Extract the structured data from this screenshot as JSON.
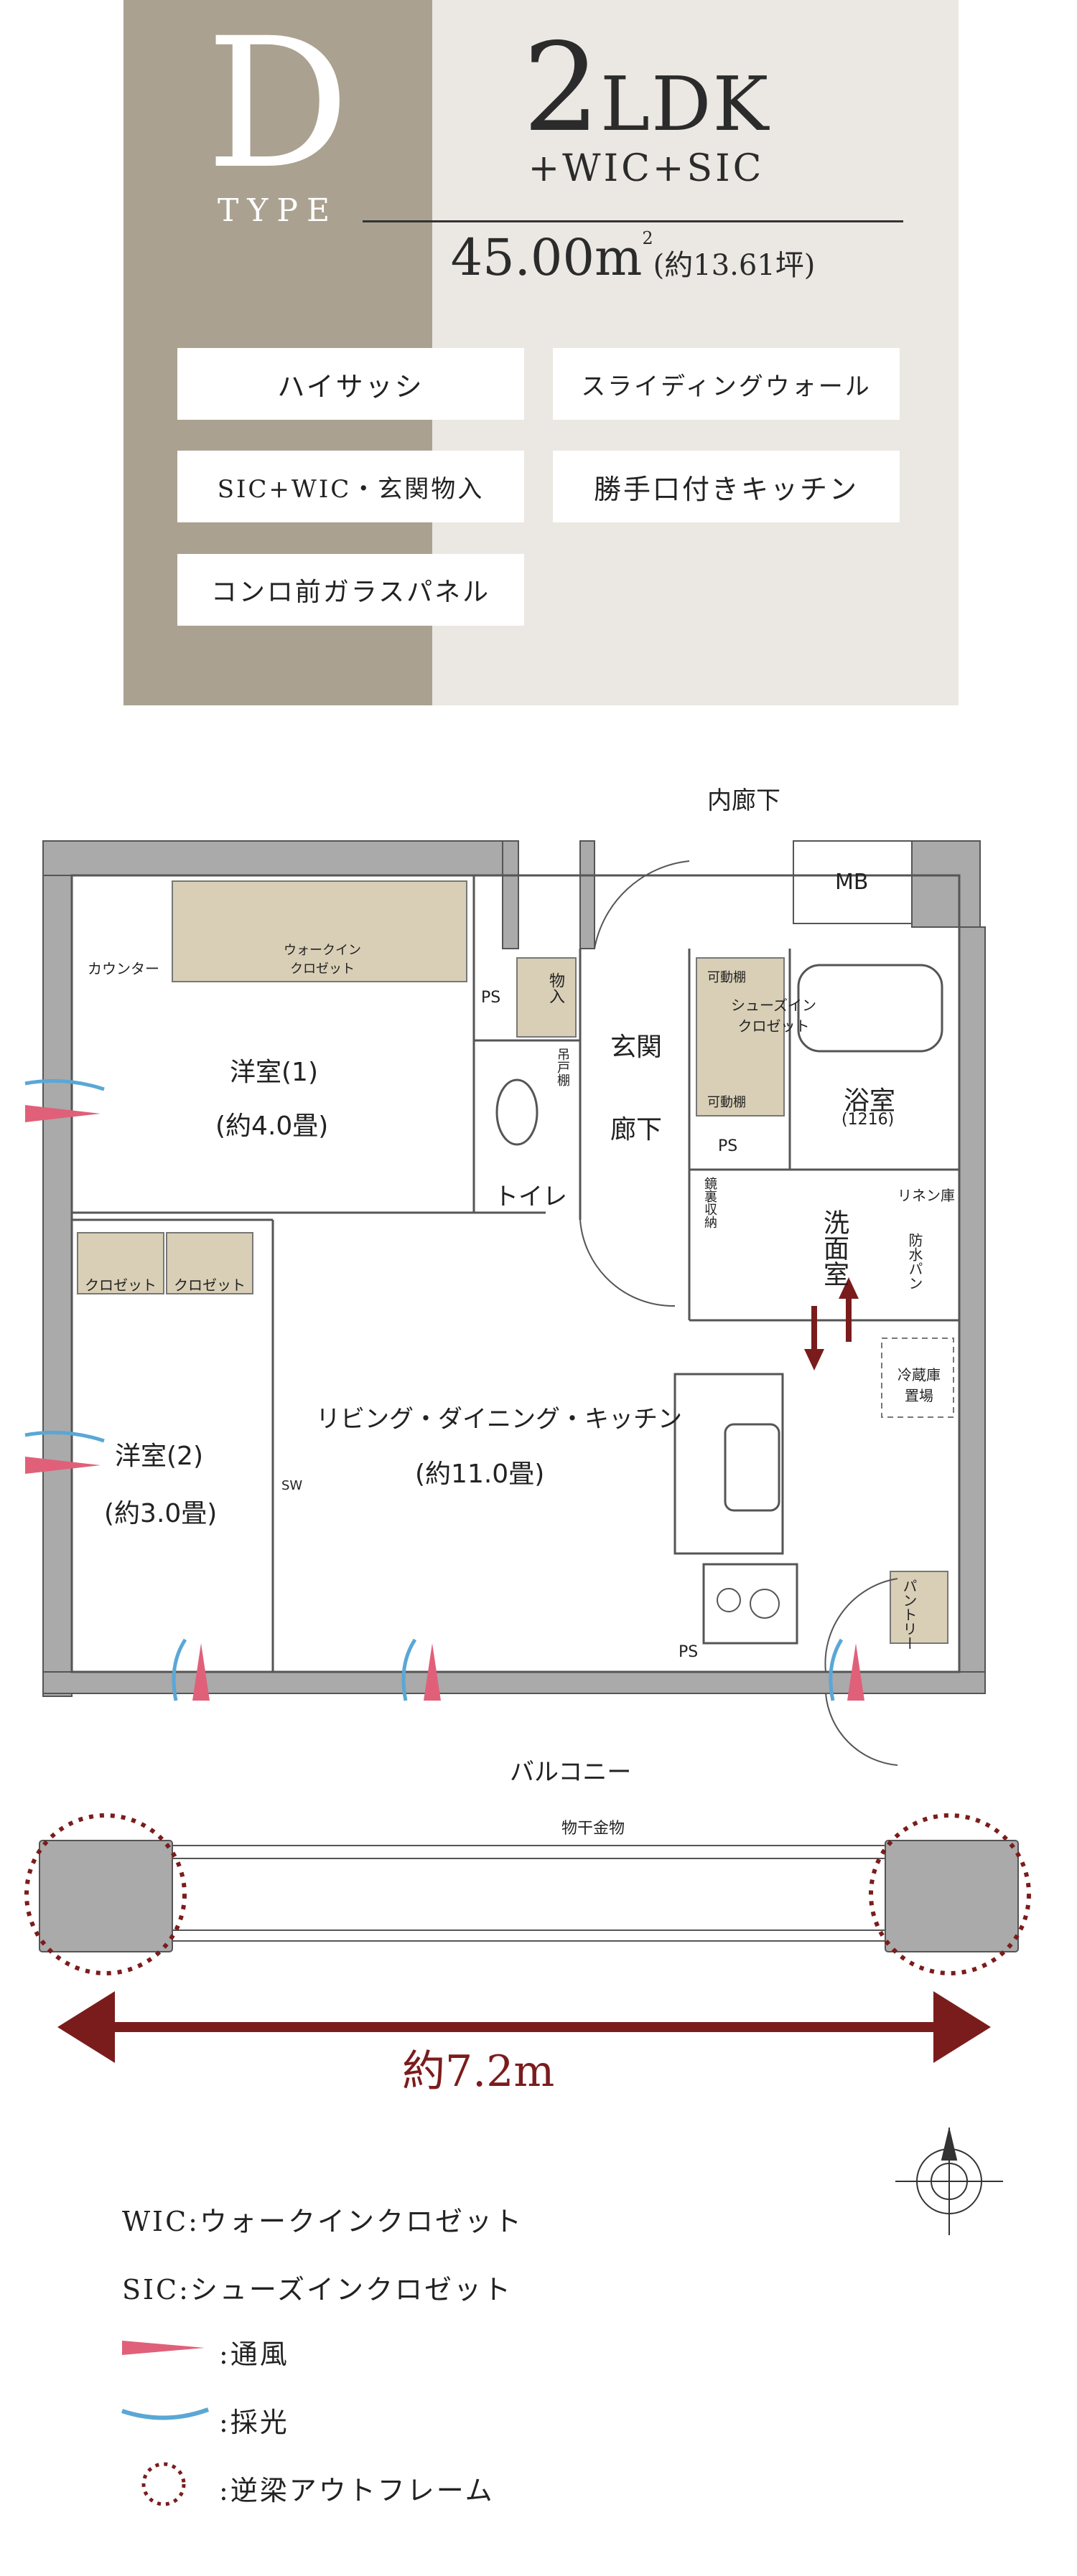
{
  "header": {
    "type_letter": "D",
    "type_word": "TYPE",
    "layout_main": "2",
    "layout_rest": "LDK",
    "layout_sub": "+WIC+SIC",
    "area": "45.00",
    "area_unit": "m",
    "area_sup": "2",
    "area_tsubo": "(約13.61坪)",
    "features": [
      "ハイサッシ",
      "スライディングウォール",
      "SIC+WIC・玄関物入",
      "勝手口付きキッチン",
      "コンロ前ガラスパネル"
    ]
  },
  "plan": {
    "corridor": "内廊下",
    "mb": "MB",
    "wic": "ウォークイン\nクロゼット",
    "counter": "カウンター",
    "ps": "PS",
    "storage": "物入",
    "movable_shelf": "可動棚",
    "sic": "シューズイン\nクロゼット",
    "entrance": "玄関",
    "hanging_shelf": "吊戸棚",
    "hallway": "廊下",
    "toilet": "トイレ",
    "western1": "洋室(1)",
    "western1_size": "(約4.0畳)",
    "bath": "浴室",
    "bath_size": "(1216)",
    "mirror_storage": "鏡裏収納",
    "linen": "リネン庫",
    "washroom": "洗面室",
    "waterproof_pan": "防水パン",
    "fridge": "冷蔵庫置場",
    "closet": "クロゼット",
    "western2": "洋室(2)",
    "western2_size": "(約3.0畳)",
    "sw": "SW",
    "ldk": "リビング・ダイニング・キッチン",
    "ldk_size": "(約11.0畳)",
    "pantry": "パントリー",
    "balcony": "バルコニー",
    "drying": "物干金物",
    "dimension": "約7.2m"
  },
  "legend": {
    "wic": "WIC:ウォークインクロゼット",
    "sic": "SIC:シューズインクロゼット",
    "ventilation": ":通風",
    "lighting": ":採光",
    "beam": ":逆梁アウトフレーム"
  },
  "colors": {
    "header_bg": "#ebe8e3",
    "type_bg": "#aaa190",
    "accent": "#7b1c1c",
    "storage": "#d9cfb6",
    "vent": "#e0607a",
    "light": "#5aa7d6"
  }
}
